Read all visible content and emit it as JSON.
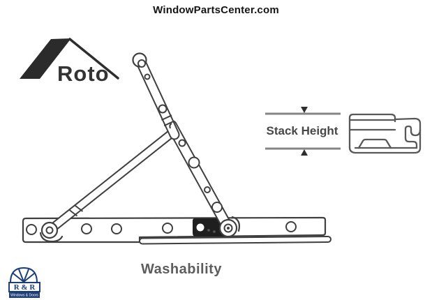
{
  "header": {
    "title": "WindowPartsCenter.com"
  },
  "roto": {
    "label": "Roto"
  },
  "dimension": {
    "label": "Stack Height"
  },
  "caption": "Washability",
  "rr": {
    "name": "R & R",
    "tagline": "Windows & Doors"
  },
  "colors": {
    "line_art": "#3f3f3f",
    "profile_line": "#585858",
    "dimension_line": "#858585",
    "shoe_fill": "#1f1f1f",
    "navy": "#1e3e78",
    "text_gray": "#5d5d5d"
  }
}
